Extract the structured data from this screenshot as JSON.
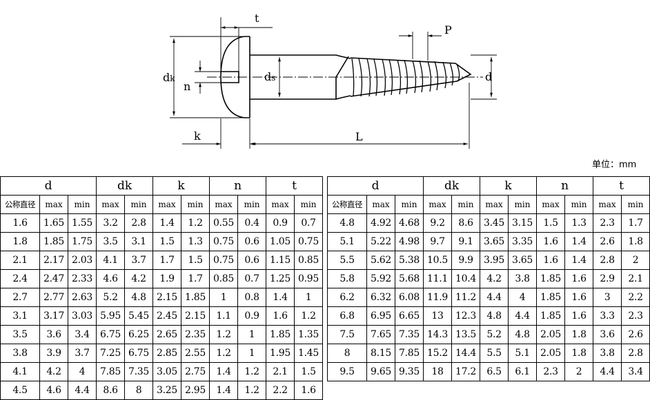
{
  "drawing": {
    "labels": {
      "t": "t",
      "P": "P",
      "dk": "d",
      "dk_sub": "k",
      "ds": "d",
      "ds_sub": "s",
      "n": "n",
      "d": "d",
      "k": "k",
      "L": "L"
    }
  },
  "unit_label": "单位：mm",
  "headers": {
    "groups": [
      "d",
      "dk",
      "k",
      "n",
      "t"
    ],
    "first_col": "公称直径",
    "max": "max",
    "min": "min"
  },
  "left_rows": [
    [
      "1.6",
      "1.65",
      "1.55",
      "3.2",
      "2.8",
      "1.4",
      "1.2",
      "0.55",
      "0.4",
      "0.9",
      "0.7"
    ],
    [
      "1.8",
      "1.85",
      "1.75",
      "3.5",
      "3.1",
      "1.5",
      "1.3",
      "0.75",
      "0.6",
      "1.05",
      "0.75"
    ],
    [
      "2.1",
      "2.17",
      "2.03",
      "4.1",
      "3.7",
      "1.7",
      "1.5",
      "0.75",
      "0.6",
      "1.15",
      "0.85"
    ],
    [
      "2.4",
      "2.47",
      "2.33",
      "4.6",
      "4.2",
      "1.9",
      "1.7",
      "0.85",
      "0.7",
      "1.25",
      "0.95"
    ],
    [
      "2.7",
      "2.77",
      "2.63",
      "5.2",
      "4.8",
      "2.15",
      "1.85",
      "1",
      "0.8",
      "1.4",
      "1"
    ],
    [
      "3.1",
      "3.17",
      "3.03",
      "5.95",
      "5.45",
      "2.45",
      "2.15",
      "1.1",
      "0.9",
      "1.6",
      "1.2"
    ],
    [
      "3.5",
      "3.6",
      "3.4",
      "6.75",
      "6.25",
      "2.65",
      "2.35",
      "1.2",
      "1",
      "1.85",
      "1.35"
    ],
    [
      "3.8",
      "3.9",
      "3.7",
      "7.25",
      "6.75",
      "2.85",
      "2.55",
      "1.2",
      "1",
      "1.95",
      "1.45"
    ],
    [
      "4.1",
      "4.2",
      "4",
      "7.85",
      "7.35",
      "3.05",
      "2.75",
      "1.4",
      "1.2",
      "2.1",
      "1.5"
    ],
    [
      "4.5",
      "4.6",
      "4.4",
      "8.6",
      "8",
      "3.25",
      "2.95",
      "1.4",
      "1.2",
      "2.2",
      "1.6"
    ]
  ],
  "right_rows": [
    [
      "4.8",
      "4.92",
      "4.68",
      "9.2",
      "8.6",
      "3.45",
      "3.15",
      "1.5",
      "1.3",
      "2.3",
      "1.7"
    ],
    [
      "5.1",
      "5.22",
      "4.98",
      "9.7",
      "9.1",
      "3.65",
      "3.35",
      "1.6",
      "1.4",
      "2.6",
      "1.8"
    ],
    [
      "5.5",
      "5.62",
      "5.38",
      "10.5",
      "9.9",
      "3.95",
      "3.65",
      "1.6",
      "1.4",
      "2.8",
      "2"
    ],
    [
      "5.8",
      "5.92",
      "5.68",
      "11.1",
      "10.4",
      "4.2",
      "3.8",
      "1.85",
      "1.6",
      "2.9",
      "2.1"
    ],
    [
      "6.2",
      "6.32",
      "6.08",
      "11.9",
      "11.2",
      "4.4",
      "4",
      "1.85",
      "1.6",
      "3",
      "2.2"
    ],
    [
      "6.8",
      "6.95",
      "6.65",
      "13",
      "12.3",
      "4.8",
      "4.4",
      "1.85",
      "1.6",
      "3.3",
      "2.3"
    ],
    [
      "7.5",
      "7.65",
      "7.35",
      "14.3",
      "13.5",
      "5.2",
      "4.8",
      "2.05",
      "1.8",
      "3.6",
      "2.6"
    ],
    [
      "8",
      "8.15",
      "7.85",
      "15.2",
      "14.4",
      "5.5",
      "5.1",
      "2.05",
      "1.8",
      "3.8",
      "2.8"
    ],
    [
      "9.5",
      "9.65",
      "9.35",
      "18",
      "17.2",
      "6.5",
      "6.1",
      "2.3",
      "2",
      "4.4",
      "3.4"
    ]
  ]
}
